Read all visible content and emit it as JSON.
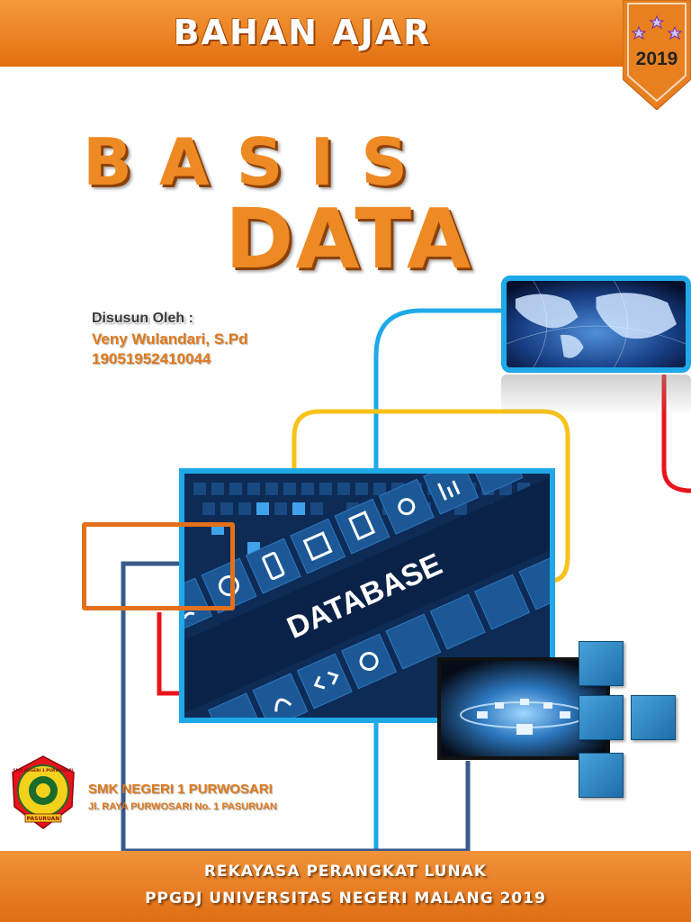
{
  "header": {
    "title": "BAHAN AJAR",
    "year": "2019"
  },
  "title": {
    "line1": "BASIS",
    "line2": "DATA"
  },
  "author": {
    "label": "Disusun Oleh :",
    "name": "Veny Wulandari, S.Pd",
    "id": "19051952410044"
  },
  "images": {
    "database_text": "DATABASE"
  },
  "school": {
    "logo_text_top": "SMK NEGERI 1 PURWOSARI",
    "logo_text_bottom": "PASURUAN",
    "name": "SMK NEGERI 1 PURWOSARI",
    "address": "Jl. RAYA PURWOSARI No. 1 PASURUAN"
  },
  "footer": {
    "line1": "REKAYASA PERANGKAT LUNAK",
    "line2": "PPGDJ UNIVERSITAS NEGERI MALANG 2019"
  },
  "colors": {
    "accent_orange": "#e8801f",
    "frame_blue": "#1fa9e8",
    "line_yellow": "#f7c21a",
    "line_red": "#e8141b",
    "line_navy": "#3a5a8c"
  },
  "icons": [
    "star-icon",
    "wifi-icon",
    "refresh-icon",
    "phone-icon",
    "floppy-icon",
    "document-icon",
    "camera-icon",
    "chart-icon",
    "gear-icon",
    "code-icon",
    "fingerprint-icon",
    "globe-icon"
  ]
}
